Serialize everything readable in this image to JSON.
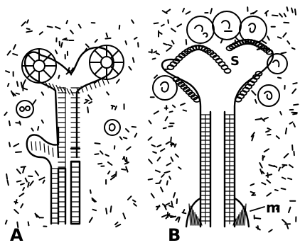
{
  "figure": {
    "panel_a_label": "A",
    "panel_b_label": "B",
    "s_label": "S",
    "m_label": "m"
  }
}
